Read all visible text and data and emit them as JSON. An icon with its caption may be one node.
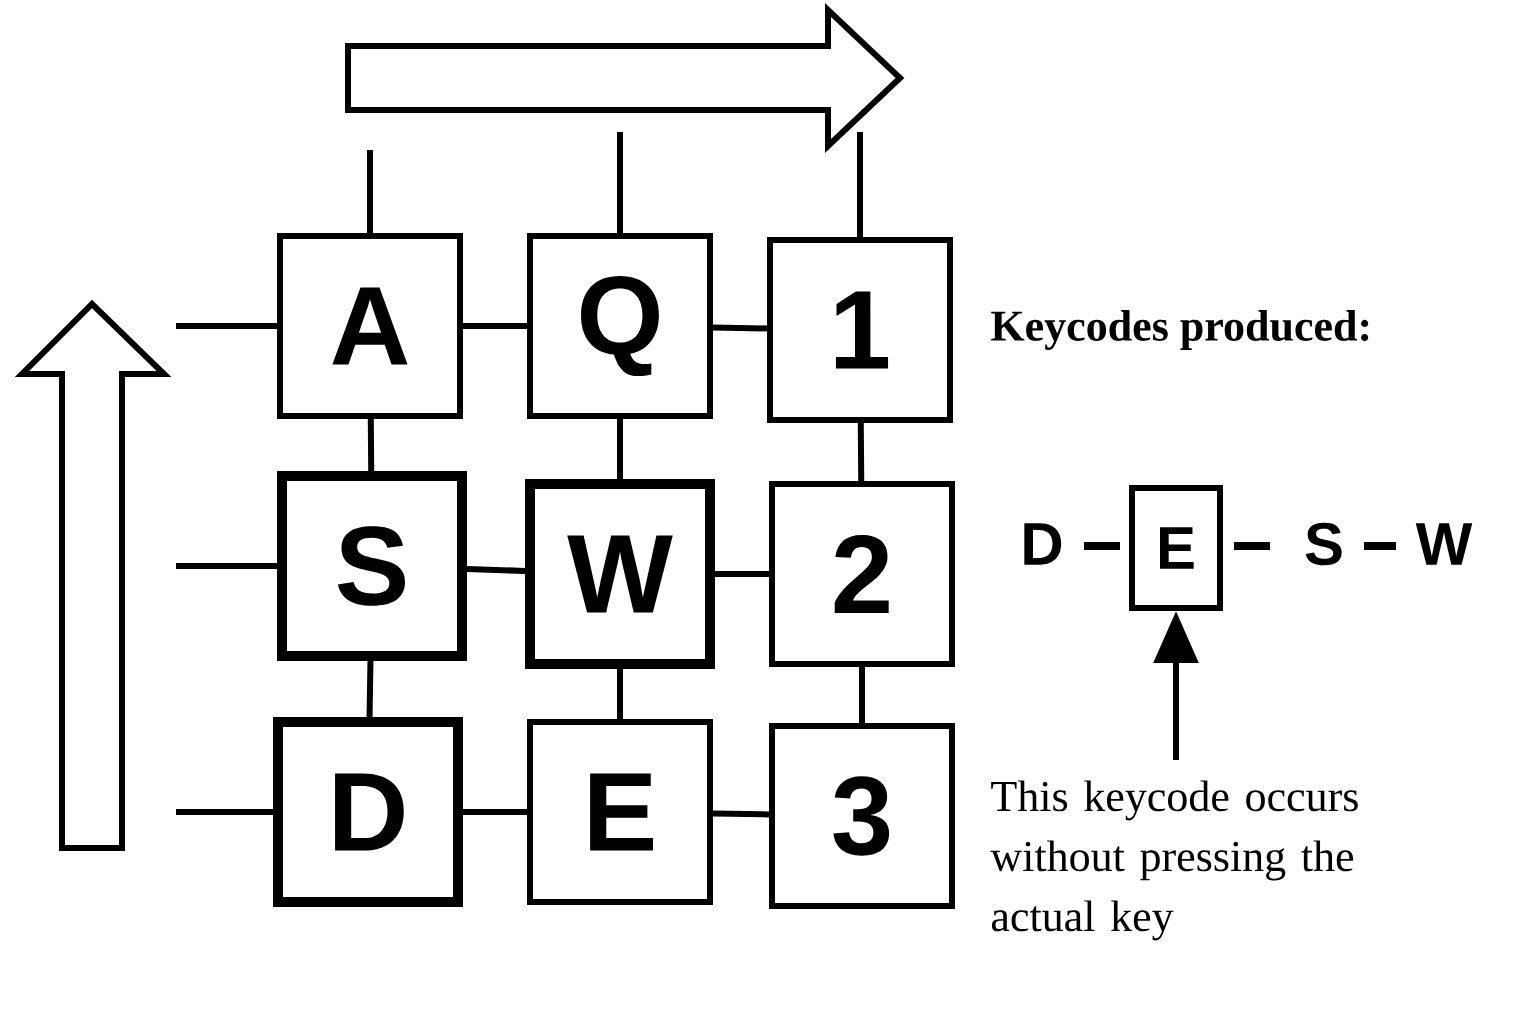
{
  "diagram": {
    "nodes": [
      {
        "text": [
          "A"
        ]
      },
      {
        "text": [
          "Q"
        ]
      },
      {
        "text": [
          "1"
        ]
      },
      {
        "text": [
          "S"
        ]
      },
      {
        "text": [
          "W"
        ]
      },
      {
        "text": [
          "2"
        ]
      },
      {
        "text": [
          "D"
        ]
      },
      {
        "text": [
          "E"
        ]
      },
      {
        "text": [
          "3"
        ]
      },
      {
        "text": [
          "E"
        ]
      },
      {
        "text": [
          "This keycode occurs without pressing the actual key"
        ]
      }
    ],
    "edges": [
      {
        "from": 0,
        "to": 1,
        "arrow": "none"
      },
      {
        "from": 1,
        "to": 2,
        "arrow": "none"
      },
      {
        "from": 3,
        "to": 4,
        "arrow": "none"
      },
      {
        "from": 4,
        "to": 5,
        "arrow": "none"
      },
      {
        "from": 6,
        "to": 7,
        "arrow": "none"
      },
      {
        "from": 7,
        "to": 8,
        "arrow": "none"
      },
      {
        "from": 0,
        "to": 3,
        "arrow": "none"
      },
      {
        "from": 3,
        "to": 6,
        "arrow": "none"
      },
      {
        "from": 1,
        "to": 4,
        "arrow": "none"
      },
      {
        "from": 4,
        "to": 7,
        "arrow": "none"
      },
      {
        "from": 2,
        "to": 5,
        "arrow": "none"
      },
      {
        "from": 5,
        "to": 8,
        "arrow": "none"
      },
      {
        "from": null,
        "to": 0,
        "arrow": "none"
      },
      {
        "from": null,
        "to": 3,
        "arrow": "none"
      },
      {
        "from": null,
        "to": 6,
        "arrow": "none"
      },
      {
        "from": null,
        "to": 0,
        "arrow": "none"
      },
      {
        "from": null,
        "to": 1,
        "arrow": "none"
      },
      {
        "from": null,
        "to": 2,
        "arrow": "none"
      },
      {
        "from": 10,
        "to": 9,
        "arrow": "to"
      }
    ],
    "labels": [
      "Keycodes produced:",
      "D",
      "S",
      "W"
    ]
  }
}
